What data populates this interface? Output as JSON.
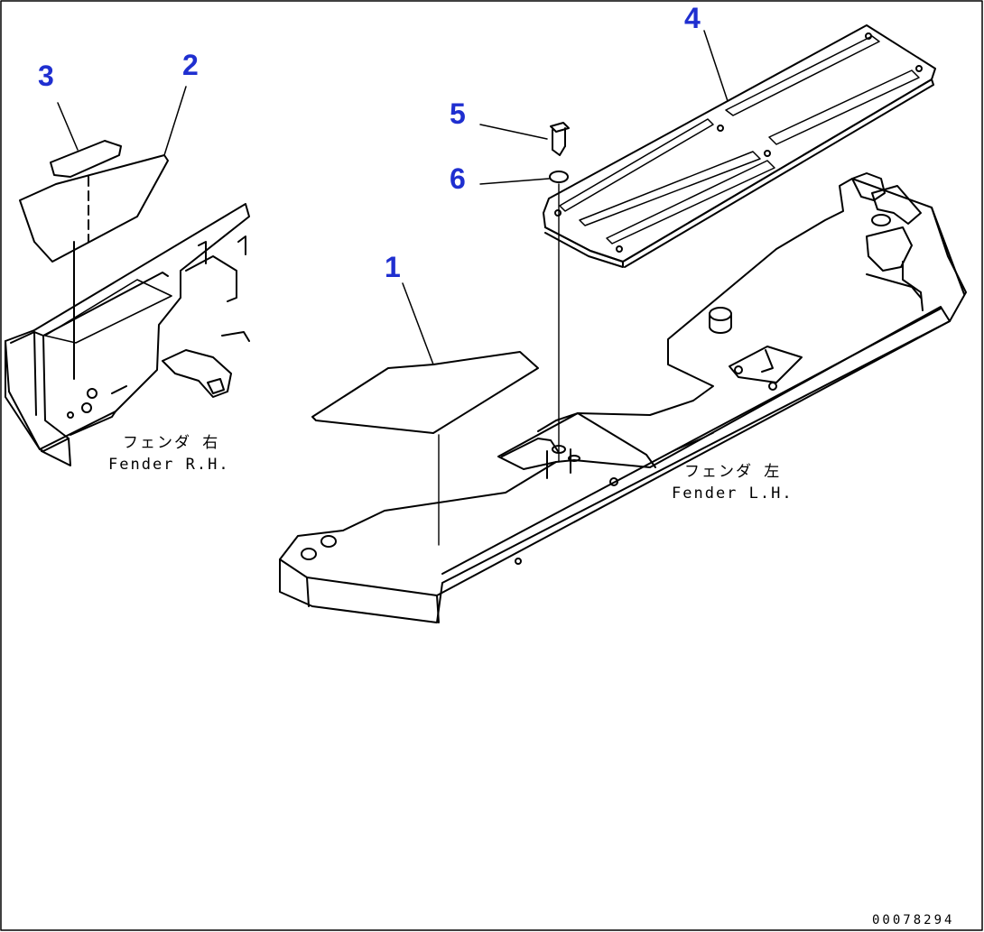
{
  "callouts": [
    {
      "id": "1",
      "label": "1"
    },
    {
      "id": "2",
      "label": "2"
    },
    {
      "id": "3",
      "label": "3"
    },
    {
      "id": "4",
      "label": "4"
    },
    {
      "id": "5",
      "label": "5"
    },
    {
      "id": "6",
      "label": "6"
    }
  ],
  "captions": {
    "right": {
      "jp": "フェンダ 右",
      "en": "Fender R.H."
    },
    "left": {
      "jp": "フェンダ 左",
      "en": "Fender L.H."
    }
  },
  "doc_number": "00078294",
  "colors": {
    "callout": "#1f2fd0",
    "line": "#000000",
    "background": "#ffffff"
  }
}
